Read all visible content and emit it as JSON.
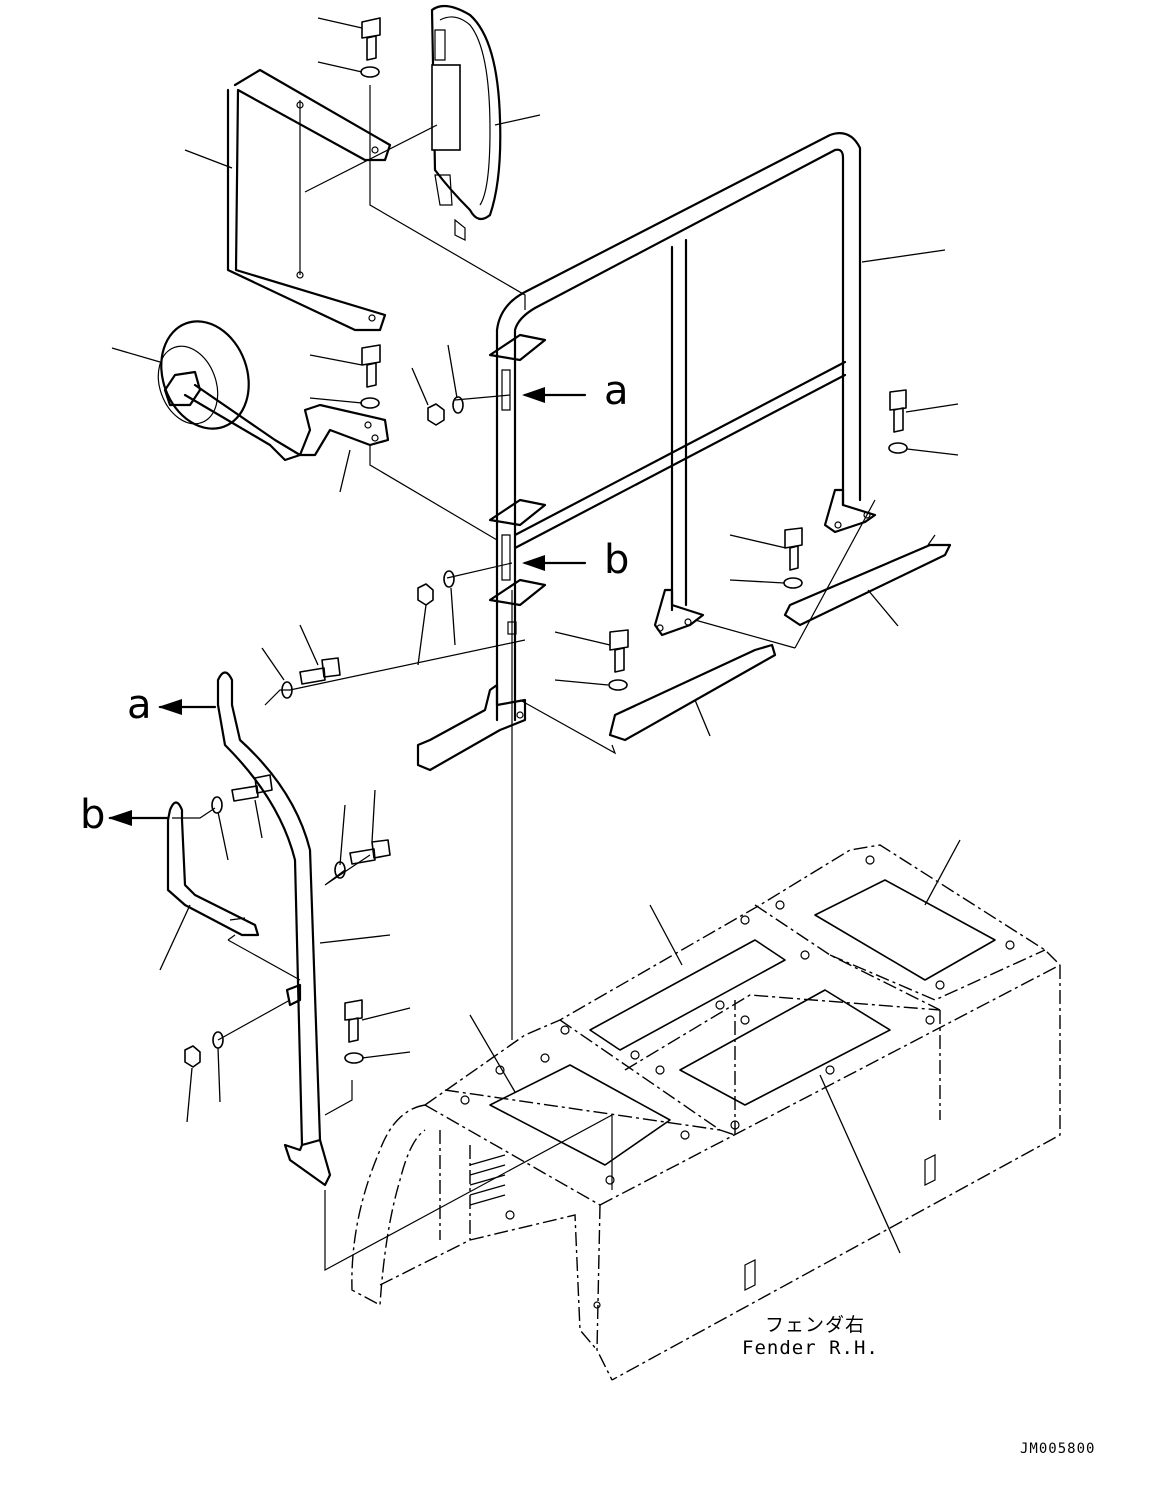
{
  "refs": {
    "a_top": "a",
    "b_top": "b",
    "a_left": "a",
    "b_left": "b"
  },
  "caption": {
    "jp": "フェンダ右",
    "en": "Fender R.H."
  },
  "drawing_code": "JM005800"
}
